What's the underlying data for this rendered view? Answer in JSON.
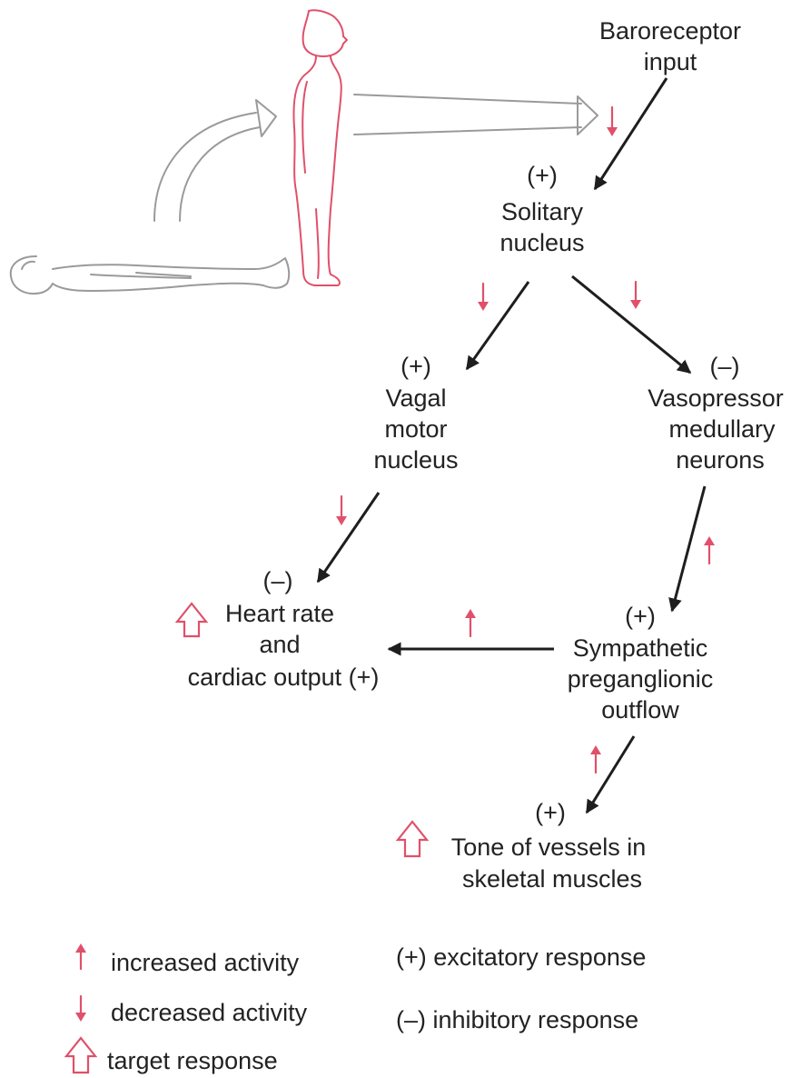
{
  "nodes": {
    "baroreceptor": {
      "line1": "Baroreceptor",
      "line2": "input"
    },
    "solitary": {
      "sign": "(+)",
      "line1": "Solitary",
      "line2": "nucleus"
    },
    "vagal": {
      "sign": "(+)",
      "line1": "Vagal",
      "line2": "motor",
      "line3": "nucleus"
    },
    "vasopressor": {
      "sign": "(–)",
      "line1": "Vasopressor",
      "line2": "medullary",
      "line3": "neurons"
    },
    "heart": {
      "sign": "(–)",
      "line1": "Heart rate",
      "line2": "and",
      "line3": "cardiac output (+)"
    },
    "sympathetic": {
      "sign": "(+)",
      "line1": "Sympathetic",
      "line2": "preganglionic",
      "line3": "outflow"
    },
    "tone": {
      "sign": "(+)",
      "line1": "Tone of vessels in",
      "line2": "skeletal muscles"
    }
  },
  "legend": {
    "increased": "increased activity",
    "decreased": "decreased  activity",
    "target": "target response",
    "excitatory": "(+) excitatory response",
    "inhibitory": "(–) inhibitory response"
  },
  "colors": {
    "accent_red": "#e0506a",
    "arrow_black": "#1e1e1e",
    "figure_gray": "#9a9a9a",
    "text": "#222222"
  }
}
